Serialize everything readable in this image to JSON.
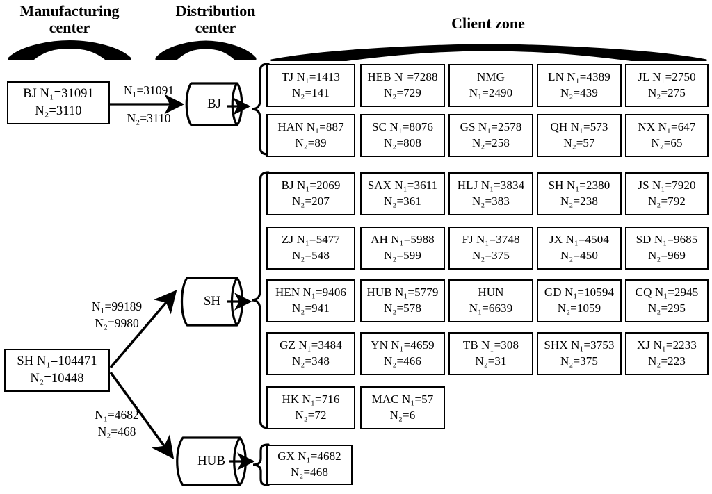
{
  "headers": {
    "manufacturing": "Manufacturing\ncenter",
    "manufacturing_l1": "Manufacturing",
    "manufacturing_l2": "center",
    "distribution_l1": "Distribution",
    "distribution_l2": "center",
    "client_zone": "Client zone"
  },
  "manufacturing_centers": [
    {
      "id": "bj-source",
      "line1": "BJ N₁=31091",
      "line2": "N₂=3110",
      "code": "BJ",
      "N1": 31091,
      "N2": 3110
    },
    {
      "id": "sh-source",
      "line1": "SH N₁=104471",
      "line2": "N₂=10448",
      "code": "SH",
      "N1": 104471,
      "N2": 10448
    }
  ],
  "distribution_centers": [
    {
      "id": "dc-bj",
      "label": "BJ"
    },
    {
      "id": "dc-sh",
      "label": "SH"
    },
    {
      "id": "dc-hub",
      "label": "HUB"
    }
  ],
  "edges": [
    {
      "id": "bj-to-bj",
      "from": "BJ",
      "to": "BJ",
      "line1": "N₁=31091",
      "line2": "N₂=3110",
      "N1": 31091,
      "N2": 3110
    },
    {
      "id": "sh-to-sh",
      "from": "SH",
      "to": "SH",
      "line1": "N₁=99189",
      "line2": "N₂=9980",
      "N1": 99189,
      "N2": 9980
    },
    {
      "id": "sh-to-hub",
      "from": "SH",
      "to": "HUB",
      "line1": "N₁=4682",
      "line2": "N₂=468",
      "N1": 4682,
      "N2": 468
    }
  ],
  "client_groups": [
    {
      "id": "group-bj",
      "parent": "BJ",
      "rows": [
        [
          {
            "code": "TJ",
            "line1": "TJ N₁=1413",
            "line2": "N₂=141",
            "N1": 1413,
            "N2": 141
          },
          {
            "code": "HEB",
            "line1": "HEB N₁=7288",
            "line2": "N₂=729",
            "N1": 7288,
            "N2": 729
          },
          {
            "code": "NMG",
            "line1": "NMG",
            "line2": "N₁=2490",
            "N1": 2490,
            "N2": null
          },
          {
            "code": "LN",
            "line1": "LN N₁=4389",
            "line2": "N₂=439",
            "N1": 4389,
            "N2": 439
          },
          {
            "code": "JL",
            "line1": "JL N₁=2750",
            "line2": "N₂=275",
            "N1": 2750,
            "N2": 275
          }
        ],
        [
          {
            "code": "HAN",
            "line1": "HAN N₁=887",
            "line2": "N₂=89",
            "N1": 887,
            "N2": 89
          },
          {
            "code": "SC",
            "line1": "SC N₁=8076",
            "line2": "N₂=808",
            "N1": 8076,
            "N2": 808
          },
          {
            "code": "GS",
            "line1": "GS N₁=2578",
            "line2": "N₂=258",
            "N1": 2578,
            "N2": 258
          },
          {
            "code": "QH",
            "line1": "QH N₁=573",
            "line2": "N₂=57",
            "N1": 573,
            "N2": 57
          },
          {
            "code": "NX",
            "line1": "NX N₁=647",
            "line2": "N₂=65",
            "N1": 647,
            "N2": 65
          }
        ]
      ]
    },
    {
      "id": "group-sh",
      "parent": "SH",
      "rows": [
        [
          {
            "code": "BJ",
            "line1": "BJ N₁=2069",
            "line2": "N₂=207",
            "N1": 2069,
            "N2": 207
          },
          {
            "code": "SAX",
            "line1": "SAX N₁=3611",
            "line2": "N₂=361",
            "N1": 3611,
            "N2": 361
          },
          {
            "code": "HLJ",
            "line1": "HLJ N₁=3834",
            "line2": "N₂=383",
            "N1": 3834,
            "N2": 383
          },
          {
            "code": "SH",
            "line1": "SH N₁=2380",
            "line2": "N₂=238",
            "N1": 2380,
            "N2": 238
          },
          {
            "code": "JS",
            "line1": "JS N₁=7920",
            "line2": "N₂=792",
            "N1": 7920,
            "N2": 792
          }
        ],
        [
          {
            "code": "ZJ",
            "line1": "ZJ N₁=5477",
            "line2": "N₂=548",
            "N1": 5477,
            "N2": 548
          },
          {
            "code": "AH",
            "line1": "AH N₁=5988",
            "line2": "N₂=599",
            "N1": 5988,
            "N2": 599
          },
          {
            "code": "FJ",
            "line1": "FJ N₁=3748",
            "line2": "N₂=375",
            "N1": 3748,
            "N2": 375
          },
          {
            "code": "JX",
            "line1": "JX N₁=4504",
            "line2": "N₂=450",
            "N1": 4504,
            "N2": 450
          },
          {
            "code": "SD",
            "line1": "SD N₁=9685",
            "line2": "N₂=969",
            "N1": 9685,
            "N2": 969
          }
        ],
        [
          {
            "code": "HEN",
            "line1": "HEN N₁=9406",
            "line2": "N₂=941",
            "N1": 9406,
            "N2": 941
          },
          {
            "code": "HUB",
            "line1": "HUB N₁=5779",
            "line2": "N₂=578",
            "N1": 5779,
            "N2": 578
          },
          {
            "code": "HUN",
            "line1": "HUN",
            "line2": "N₁=6639",
            "N1": 6639,
            "N2": null
          },
          {
            "code": "GD",
            "line1": "GD N₁=10594",
            "line2": "N₂=1059",
            "N1": 10594,
            "N2": 1059
          },
          {
            "code": "CQ",
            "line1": "CQ N₁=2945",
            "line2": "N₂=295",
            "N1": 2945,
            "N2": 295
          }
        ],
        [
          {
            "code": "GZ",
            "line1": "GZ N₁=3484",
            "line2": "N₂=348",
            "N1": 3484,
            "N2": 348
          },
          {
            "code": "YN",
            "line1": "YN N₁=4659",
            "line2": "N₂=466",
            "N1": 4659,
            "N2": 466
          },
          {
            "code": "TB",
            "line1": "TB N₁=308",
            "line2": "N₂=31",
            "N1": 308,
            "N2": 31
          },
          {
            "code": "SHX",
            "line1": "SHX N₁=3753",
            "line2": "N₂=375",
            "N1": 3753,
            "N2": 375
          },
          {
            "code": "XJ",
            "line1": "XJ N₁=2233",
            "line2": "N₂=223",
            "N1": 2233,
            "N2": 223
          }
        ],
        [
          {
            "code": "HK",
            "line1": "HK N₁=716",
            "line2": "N₂=72",
            "N1": 716,
            "N2": 72
          },
          {
            "code": "MAC",
            "line1": "MAC N₁=57",
            "line2": "N₂=6",
            "N1": 57,
            "N2": 6
          }
        ]
      ]
    },
    {
      "id": "group-hub",
      "parent": "HUB",
      "rows": [
        [
          {
            "code": "GX",
            "line1": "GX N₁=4682",
            "line2": "N₂=468",
            "N1": 4682,
            "N2": 468
          }
        ]
      ]
    }
  ],
  "colors": {
    "stroke": "#000000",
    "background": "#ffffff"
  }
}
